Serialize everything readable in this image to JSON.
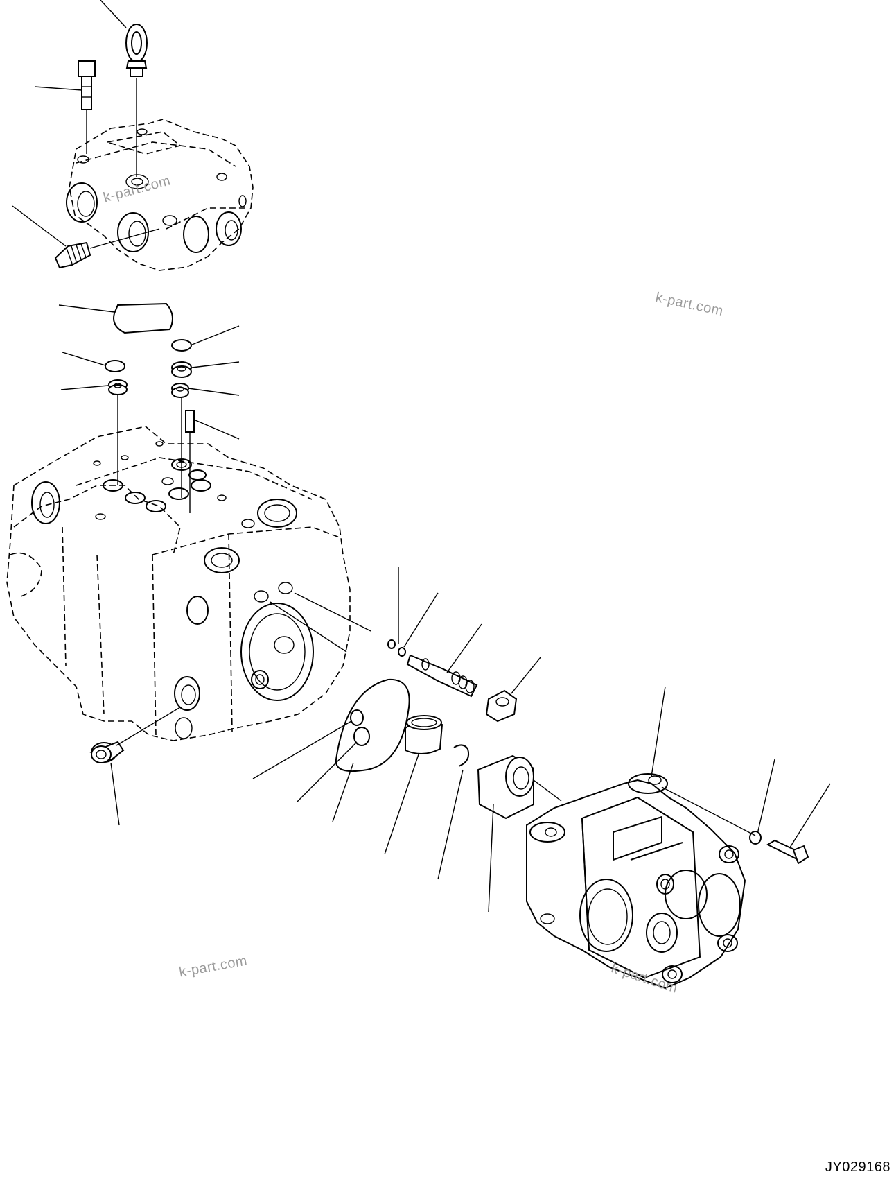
{
  "drawing": {
    "reference_code": "JY029168",
    "watermarks": [
      "k-part.com",
      "k-part.com",
      "k-part.com",
      "k-part.com"
    ]
  }
}
